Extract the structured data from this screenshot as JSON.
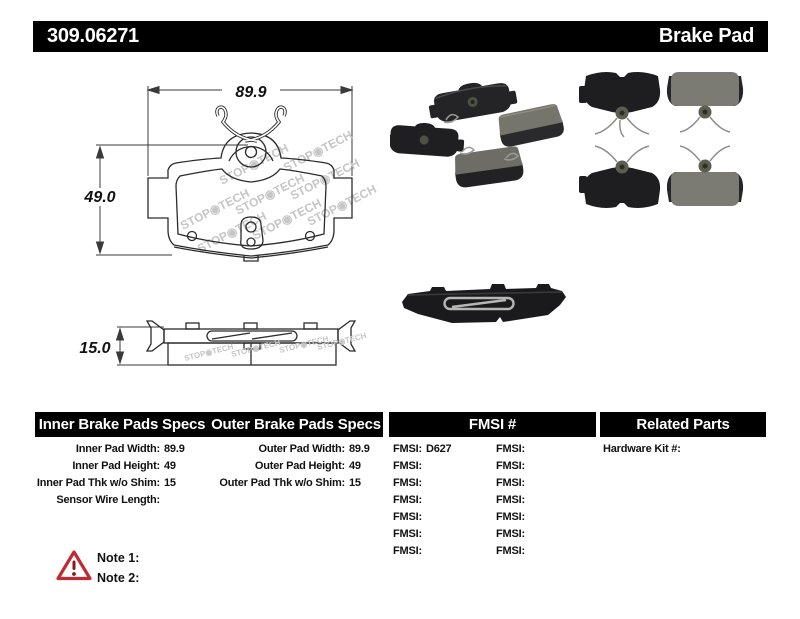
{
  "title_bar": {
    "part_number": "309.06271",
    "product": "Brake Pad"
  },
  "drawing": {
    "width_label": "89.9",
    "height_label": "49.0",
    "thickness_label": "15.0",
    "watermark": "STOP◉TECH",
    "watermark_side": "STOP◉TECH"
  },
  "specs_table": {
    "header_inner": "Inner Brake Pads Specs",
    "header_outer": "Outer Brake Pads Specs",
    "header_fmsi": "FMSI #",
    "header_related": "Related Parts",
    "inner_rows": [
      {
        "label": "Inner Pad Width:",
        "value": "89.9"
      },
      {
        "label": "Inner Pad Height:",
        "value": "49"
      },
      {
        "label": "Inner Pad Thk w/o Shim:",
        "value": "15"
      },
      {
        "label": "Sensor Wire Length:",
        "value": ""
      }
    ],
    "outer_rows": [
      {
        "label": "Outer Pad Width:",
        "value": "89.9"
      },
      {
        "label": "Outer Pad Height:",
        "value": "49"
      },
      {
        "label": "Outer Pad Thk w/o Shim:",
        "value": "15"
      }
    ],
    "fmsi_label": "FMSI:",
    "fmsi_col1_values": [
      "D627",
      "",
      "",
      "",
      "",
      "",
      ""
    ],
    "fmsi_col2_values": [
      "",
      "",
      "",
      "",
      "",
      "",
      ""
    ],
    "related_rows": [
      {
        "label": "Hardware Kit #:",
        "value": ""
      }
    ]
  },
  "notes": {
    "note1": "Note 1:",
    "note2": "Note 2:"
  }
}
